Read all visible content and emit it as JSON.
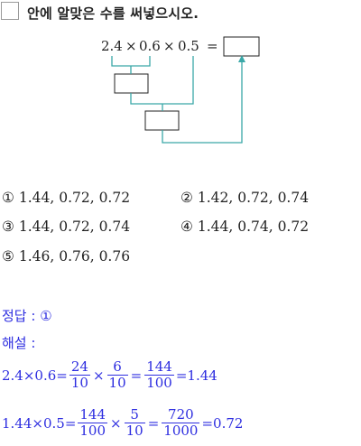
{
  "instruction": "안에 알맞은 수를 써넣으시오.",
  "diagram": {
    "expression": [
      "2.4",
      "×",
      "0.6",
      "×",
      "0.5",
      "="
    ]
  },
  "choices": [
    {
      "num": "①",
      "text": "1.44, 0.72, 0.72"
    },
    {
      "num": "②",
      "text": "1.42, 0.72, 0.74"
    },
    {
      "num": "③",
      "text": "1.44, 0.72, 0.74"
    },
    {
      "num": "④",
      "text": "1.44, 0.74, 0.72"
    },
    {
      "num": "⑤",
      "text": "1.46, 0.76, 0.76"
    }
  ],
  "answer": {
    "label": "정답 :",
    "value": "①"
  },
  "explanation": {
    "label": "해설 :",
    "line1": {
      "lhs": "2.4×0.6=",
      "f1": {
        "num": "24",
        "den": "10"
      },
      "times": "×",
      "f2": {
        "num": "6",
        "den": "10"
      },
      "eq1": "=",
      "f3": {
        "num": "144",
        "den": "100"
      },
      "result": "=1.44"
    },
    "line2": {
      "lhs": "1.44×0.5=",
      "f1": {
        "num": "144",
        "den": "100"
      },
      "times": "×",
      "f2": {
        "num": "5",
        "den": "10"
      },
      "eq1": "=",
      "f3": {
        "num": "720",
        "den": "1000"
      },
      "result": "=0.72"
    }
  },
  "colors": {
    "teal": "#3aa8a8",
    "blue": "#2e2ee0"
  }
}
